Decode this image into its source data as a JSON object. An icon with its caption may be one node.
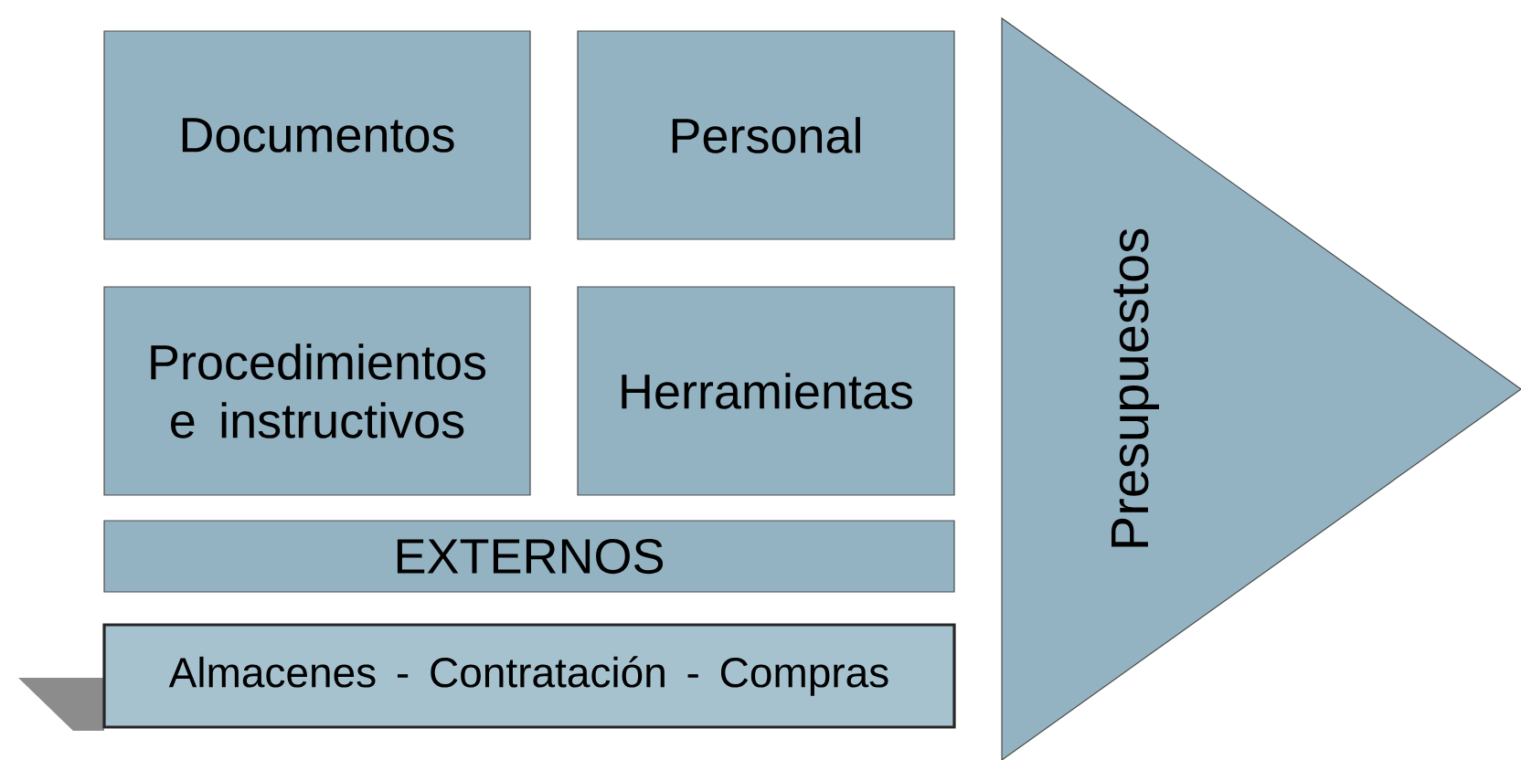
{
  "diagram": {
    "nodes": [
      {
        "text": [
          "Documentos"
        ]
      },
      {
        "text": [
          "Personal"
        ]
      },
      {
        "text": [
          "Procedimientos e instructivos"
        ]
      },
      {
        "text": [
          "Herramientas"
        ]
      },
      {
        "text": [
          "EXTERNOS"
        ]
      },
      {
        "text": [
          "Almacenes - Contratación - Compras"
        ]
      },
      {
        "text": [
          "Presupuestos"
        ]
      }
    ]
  }
}
